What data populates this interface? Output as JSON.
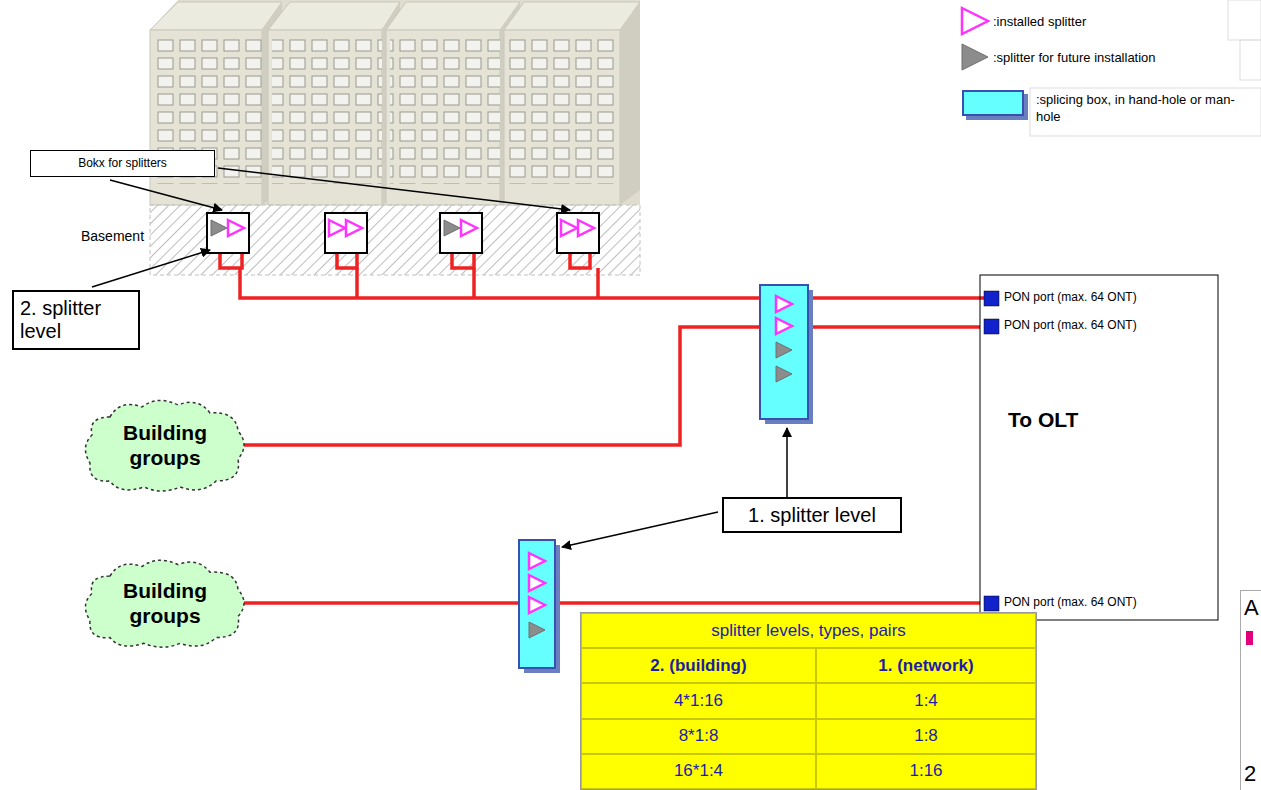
{
  "diagram": {
    "nodes": [
      {
        "text": [
          "Bokx for splitters"
        ]
      },
      {
        "text": [
          "2. splitter level"
        ]
      },
      {
        "text": [
          "Building groups"
        ]
      },
      {
        "text": [
          "1. splitter level"
        ]
      },
      {
        "text": [
          "Building groups"
        ]
      },
      {
        "text": [
          "To OLT"
        ]
      }
    ],
    "edges": [
      {
        "from": 2,
        "to": 5,
        "arrow": "none"
      },
      {
        "from": 4,
        "to": 5,
        "arrow": "none"
      }
    ],
    "labels": [
      "Basement",
      "PON port (max. 64 ONT)",
      "PON port (max. 64 ONT)",
      "PON port (max. 64 ONT)",
      "splitter levels, types, pairs",
      "2. (building)",
      "1. (network)",
      "4*1:16",
      "1:4",
      "8*1:8",
      "1:8",
      "16*1:4",
      "1:16",
      "A",
      "2"
    ],
    "legend": [
      {
        "text": ":installed splitter"
      },
      {
        "text": ":splitter for future installation"
      },
      {
        "text": ":splicing box, in hand-hole or man-hole",
        "color": "#66ffff"
      }
    ]
  }
}
